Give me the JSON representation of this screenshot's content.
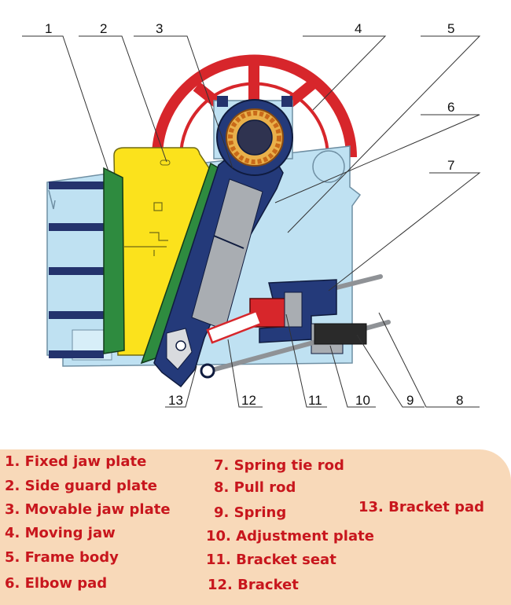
{
  "diagram": {
    "callout_numbers": [
      "1",
      "2",
      "3",
      "4",
      "5",
      "6",
      "7",
      "8",
      "9",
      "10",
      "11",
      "12",
      "13"
    ]
  },
  "legend": {
    "items": [
      "1. Fixed jaw plate",
      "2. Side guard plate",
      "3. Movable jaw plate",
      "4. Moving jaw",
      "5. Frame body",
      "6. Elbow pad",
      "7. Spring tie rod",
      "8. Pull rod",
      "9. Spring",
      "10. Adjustment plate",
      "11. Bracket seat",
      "12. Bracket",
      "13. Bracket pad"
    ]
  },
  "colors": {
    "frame": "#bfe1f2",
    "flywheel": "#d7262b",
    "side_guard": "#fbe21c",
    "jaw_plate": "#2e8b3f",
    "moving_jaw": "#243a7a",
    "legend_bg": "#f8d9b9",
    "legend_text": "#c8161d"
  }
}
